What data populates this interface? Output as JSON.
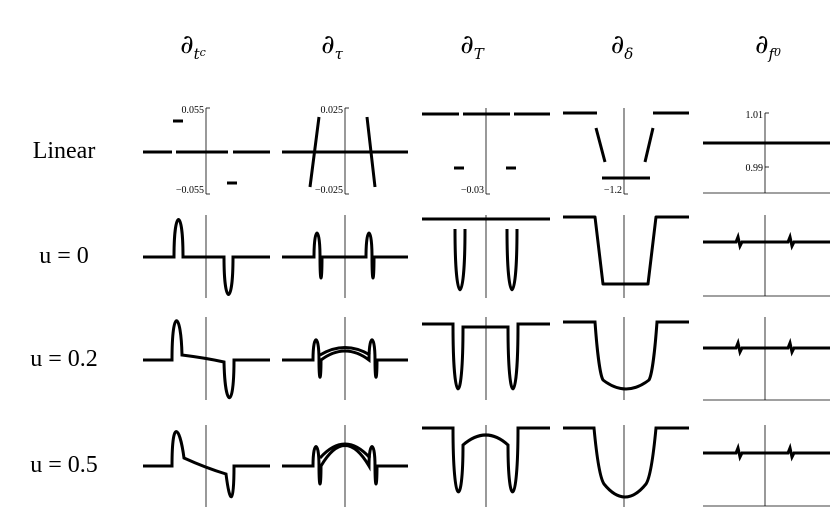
{
  "columns": [
    {
      "symbol": "∂",
      "sub": "t",
      "subsub": "c"
    },
    {
      "symbol": "∂",
      "sub": "τ",
      "subsub": ""
    },
    {
      "symbol": "∂",
      "sub": "T",
      "subsub": ""
    },
    {
      "symbol": "∂",
      "sub": "δ",
      "subsub": ""
    },
    {
      "symbol": "∂",
      "sub": "f",
      "subsub": "0"
    }
  ],
  "rows": [
    "Linear",
    "u = 0",
    "u = 0.2",
    "u = 0.5"
  ],
  "tick_labels": {
    "tc_top": "0.055",
    "tc_bottom": "−0.055",
    "tau_top": "0.025",
    "tau_bottom": "−0.025",
    "T_bottom": "−0.03",
    "delta_bottom": "−1.2",
    "f0_top": "1.01",
    "f0_bottom": "0.99"
  }
}
